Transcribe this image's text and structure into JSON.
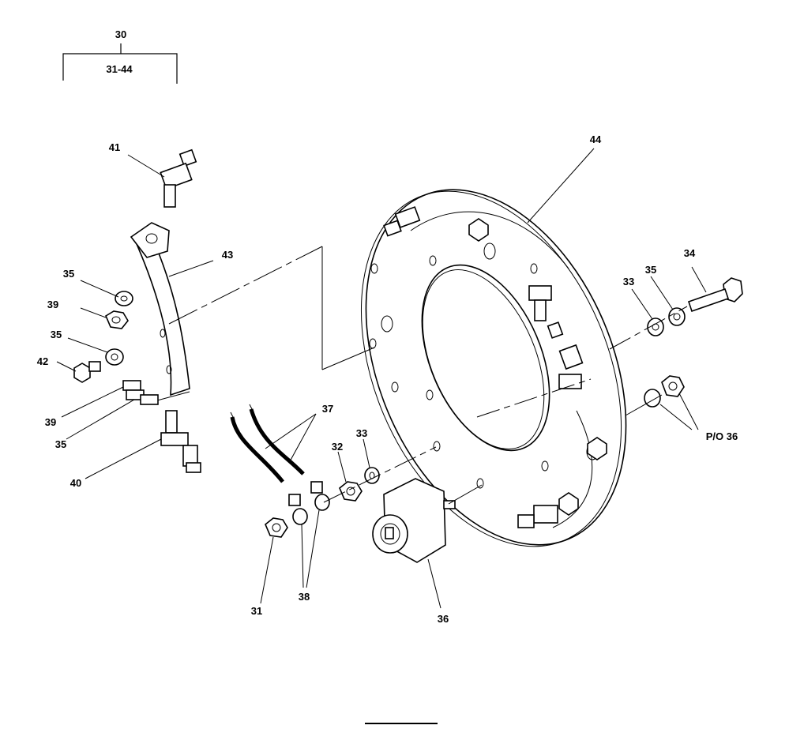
{
  "assembly": {
    "top_ref": "30",
    "range_ref": "31-44"
  },
  "callouts": {
    "c31": "31",
    "c32": "32",
    "c33a": "33",
    "c33b": "33",
    "c34": "34",
    "c35a": "35",
    "c35b": "35",
    "c35c": "35",
    "c35d": "35",
    "c36a": "P/O 36",
    "c36b": "36",
    "c37": "37",
    "c38": "38",
    "c39a": "39",
    "c39b": "39",
    "c40": "40",
    "c41": "41",
    "c42": "42",
    "c43": "43",
    "c44": "44"
  }
}
